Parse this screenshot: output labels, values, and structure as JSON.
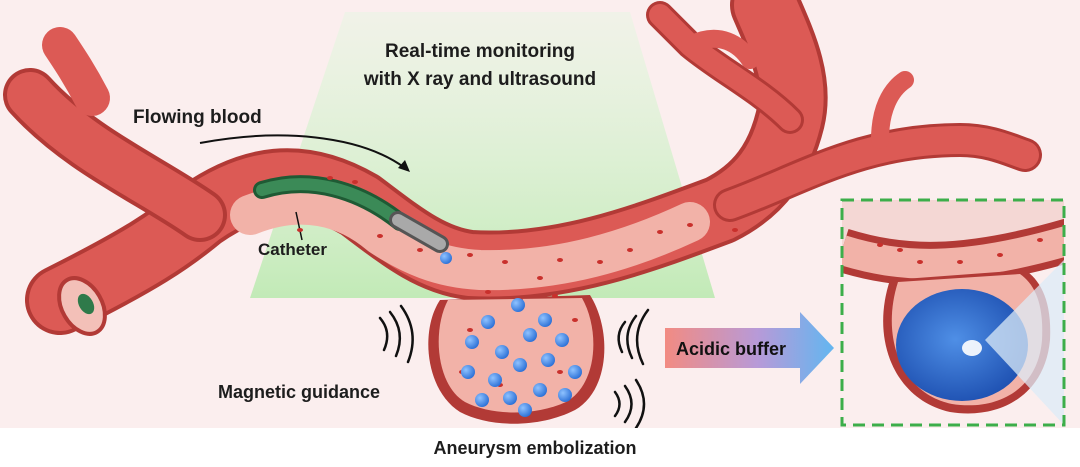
{
  "labels": {
    "monitoring_line1": "Real-time monitoring",
    "monitoring_line2": "with X ray and ultrasound",
    "flowing_blood": "Flowing blood",
    "catheter": "Catheter",
    "magnetic_guidance": "Magnetic guidance",
    "acidic_buffer": "Acidic buffer",
    "aneurysm_embolization": "Aneurysm embolization"
  },
  "colors": {
    "background": "#fbeeee",
    "vessel_wall": "#d9534f",
    "vessel_lumen": "#f3b9b0",
    "catheter": "#2f7a4a",
    "microrobot": "#3b82e0",
    "red_blood_cell": "#c9302c",
    "beam": "#c9efc0",
    "inset_border": "#3cae4a",
    "arrow_start": "#f28b82",
    "arrow_end": "#63b6f0"
  },
  "icons": [
    "sound-wave-icon",
    "flow-arrow-icon",
    "process-arrow-icon"
  ]
}
